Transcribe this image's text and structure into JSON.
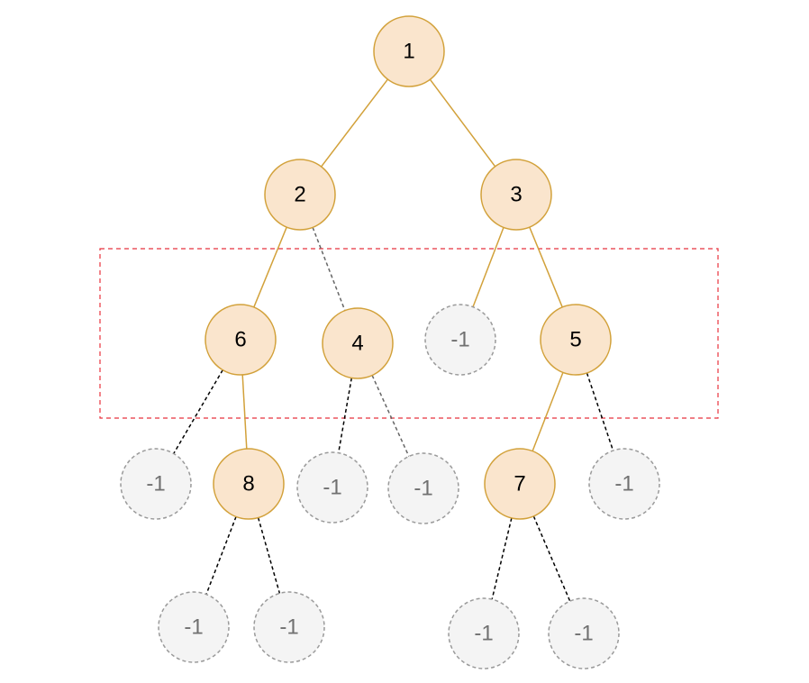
{
  "colors": {
    "background": "#ffffff",
    "value_node_fill": "#fae5cd",
    "value_node_stroke": "#d2a13a",
    "solid_edge": "#d2a13a",
    "empty_node_fill": "#f4f4f4",
    "empty_node_stroke": "#9a9a9a",
    "empty_node_text": "#707070",
    "dashed_edge": "#000000",
    "highlight_box": "#e8333d"
  },
  "nodes": [
    {
      "id": "n1",
      "label": "1",
      "kind": "value"
    },
    {
      "id": "n2",
      "label": "2",
      "kind": "value"
    },
    {
      "id": "n3",
      "label": "3",
      "kind": "value"
    },
    {
      "id": "n6",
      "label": "6",
      "kind": "value"
    },
    {
      "id": "n4",
      "label": "4",
      "kind": "value"
    },
    {
      "id": "e1",
      "label": "-1",
      "kind": "empty"
    },
    {
      "id": "n5",
      "label": "5",
      "kind": "value"
    },
    {
      "id": "e2",
      "label": "-1",
      "kind": "empty"
    },
    {
      "id": "n8",
      "label": "8",
      "kind": "value"
    },
    {
      "id": "e3",
      "label": "-1",
      "kind": "empty"
    },
    {
      "id": "e4",
      "label": "-1",
      "kind": "empty"
    },
    {
      "id": "n7",
      "label": "7",
      "kind": "value"
    },
    {
      "id": "e5",
      "label": "-1",
      "kind": "empty"
    },
    {
      "id": "e6",
      "label": "-1",
      "kind": "empty"
    },
    {
      "id": "e7",
      "label": "-1",
      "kind": "empty"
    },
    {
      "id": "e8",
      "label": "-1",
      "kind": "empty"
    },
    {
      "id": "e9",
      "label": "-1",
      "kind": "empty"
    }
  ],
  "edges": [
    {
      "from": "n1",
      "to": "n2",
      "style": "solid"
    },
    {
      "from": "n1",
      "to": "n3",
      "style": "solid"
    },
    {
      "from": "n2",
      "to": "n6",
      "style": "solid"
    },
    {
      "from": "n2",
      "to": "n4",
      "style": "dashed-gray"
    },
    {
      "from": "n3",
      "to": "e1",
      "style": "solid"
    },
    {
      "from": "n3",
      "to": "n5",
      "style": "solid"
    },
    {
      "from": "n6",
      "to": "e2",
      "style": "dashed"
    },
    {
      "from": "n6",
      "to": "n8",
      "style": "solid"
    },
    {
      "from": "n4",
      "to": "e3",
      "style": "dashed"
    },
    {
      "from": "n4",
      "to": "e4",
      "style": "dashed-gray"
    },
    {
      "from": "n5",
      "to": "n7",
      "style": "solid"
    },
    {
      "from": "n5",
      "to": "e5",
      "style": "dashed"
    },
    {
      "from": "n8",
      "to": "e6",
      "style": "dashed"
    },
    {
      "from": "n8",
      "to": "e7",
      "style": "dashed"
    },
    {
      "from": "n7",
      "to": "e8",
      "style": "dashed"
    },
    {
      "from": "n7",
      "to": "e9",
      "style": "dashed"
    }
  ]
}
